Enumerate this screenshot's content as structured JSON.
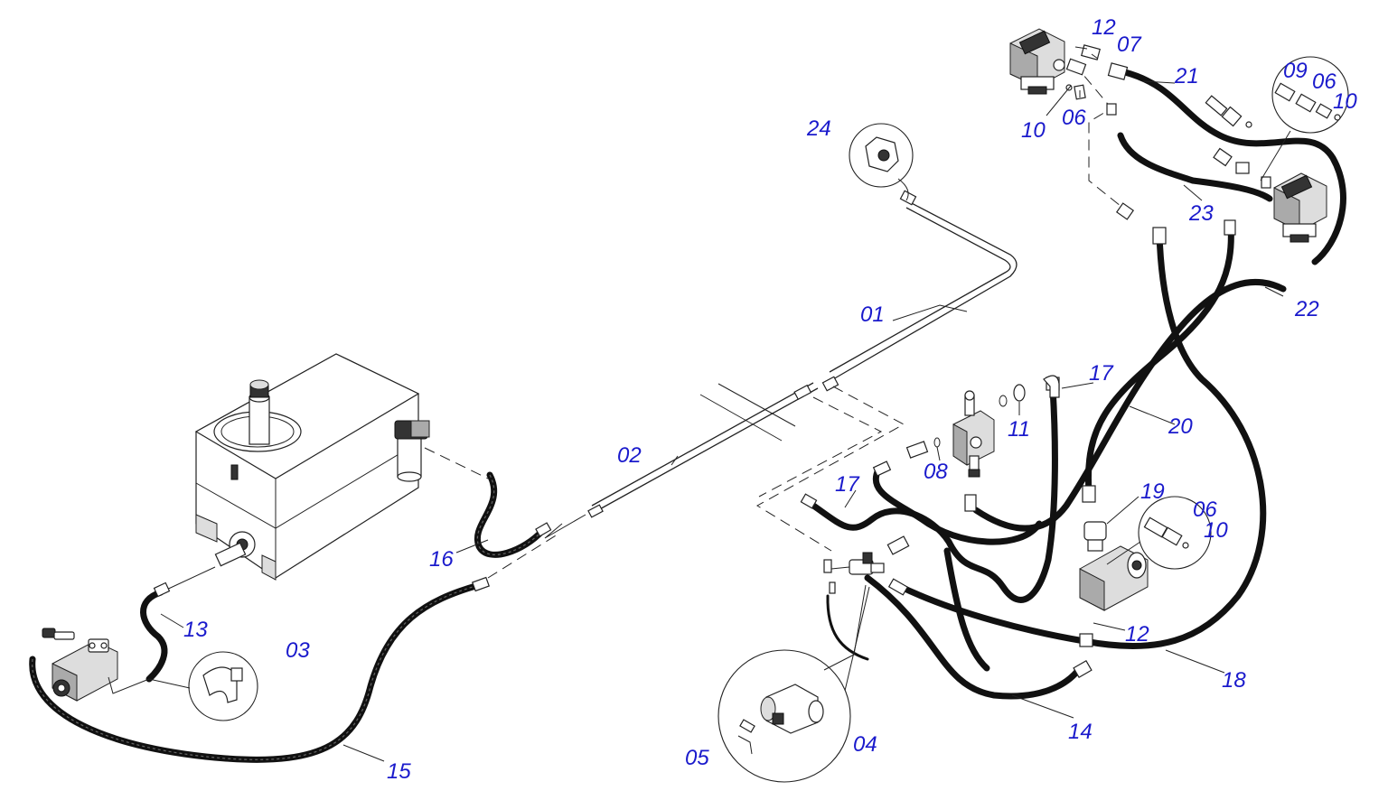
{
  "callouts": [
    {
      "id": "c01",
      "text": "01"
    },
    {
      "id": "c02",
      "text": "02"
    },
    {
      "id": "c03",
      "text": "03"
    },
    {
      "id": "c04",
      "text": "04"
    },
    {
      "id": "c05",
      "text": "05"
    },
    {
      "id": "c06a",
      "text": "06"
    },
    {
      "id": "c06b",
      "text": "06"
    },
    {
      "id": "c06c",
      "text": "06"
    },
    {
      "id": "c07",
      "text": "07"
    },
    {
      "id": "c08",
      "text": "08"
    },
    {
      "id": "c09",
      "text": "09"
    },
    {
      "id": "c10a",
      "text": "10"
    },
    {
      "id": "c10b",
      "text": "10"
    },
    {
      "id": "c10c",
      "text": "10"
    },
    {
      "id": "c11",
      "text": "11"
    },
    {
      "id": "c12a",
      "text": "12"
    },
    {
      "id": "c12b",
      "text": "12"
    },
    {
      "id": "c13",
      "text": "13"
    },
    {
      "id": "c14",
      "text": "14"
    },
    {
      "id": "c15",
      "text": "15"
    },
    {
      "id": "c16",
      "text": "16"
    },
    {
      "id": "c17a",
      "text": "17"
    },
    {
      "id": "c17b",
      "text": "17"
    },
    {
      "id": "c18",
      "text": "18"
    },
    {
      "id": "c19",
      "text": "19"
    },
    {
      "id": "c20",
      "text": "20"
    },
    {
      "id": "c21",
      "text": "21"
    },
    {
      "id": "c22",
      "text": "22"
    },
    {
      "id": "c23",
      "text": "23"
    },
    {
      "id": "c24",
      "text": "24"
    }
  ],
  "style": {
    "callout_color": "#1a1acc",
    "line_color": "#222222"
  }
}
